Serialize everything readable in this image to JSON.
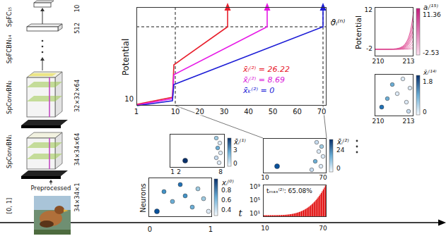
{
  "diagram": {
    "nodes": [
      {
        "text": [
          "Potential",
          "ϑᵢ⁽ⁿ⁾",
          "x̄ᵢ⁽²⁾ = 26.22",
          "x̄ⱼ⁽²⁾ = 8.69",
          "x̄ₖ⁽²⁾ = 0"
        ]
      },
      {
        "text": [
          "Neurons",
          "xᵢ⁽⁰⁾"
        ]
      },
      {
        "text": [
          "x̄ᵢ⁽¹⁾"
        ]
      },
      {
        "text": [
          "x̄ᵢ⁽²⁾"
        ]
      },
      {
        "text": [
          "tₘₐₓ⁽²⁾: 65.08%"
        ]
      },
      {
        "text": [
          "Potential",
          "aᵢ⁽¹⁵⁾"
        ]
      },
      {
        "text": [
          "x̄ᵢ⁽¹⁴⁾"
        ]
      }
    ],
    "edges": [
      {
        "from": 0,
        "to": 3,
        "arrow": "none"
      },
      {
        "from": 0,
        "to": 3,
        "arrow": "none"
      }
    ],
    "labels": [
      "10",
      "SpFC₁₅",
      "512",
      "SpFCBN₁₄",
      "32×32×64",
      "SpConvBN₂",
      "34×34×64",
      "SpConvBN₁",
      "34×34×1",
      "[0, 1]",
      "Preprocessed",
      "10",
      "1",
      "10",
      "20",
      "30",
      "40",
      "50",
      "60",
      "70",
      "0",
      "1",
      "0.8",
      "0.6",
      "0.4",
      "1",
      "2",
      "8",
      "3",
      "0",
      "10",
      "70",
      "24",
      "0",
      "10⁹",
      "10⁵",
      "10¹",
      "10",
      "70",
      "t",
      "12",
      "-2",
      "210",
      "213",
      "11.36",
      "-2.53",
      "210",
      "213",
      "1.8",
      "0"
    ]
  }
}
